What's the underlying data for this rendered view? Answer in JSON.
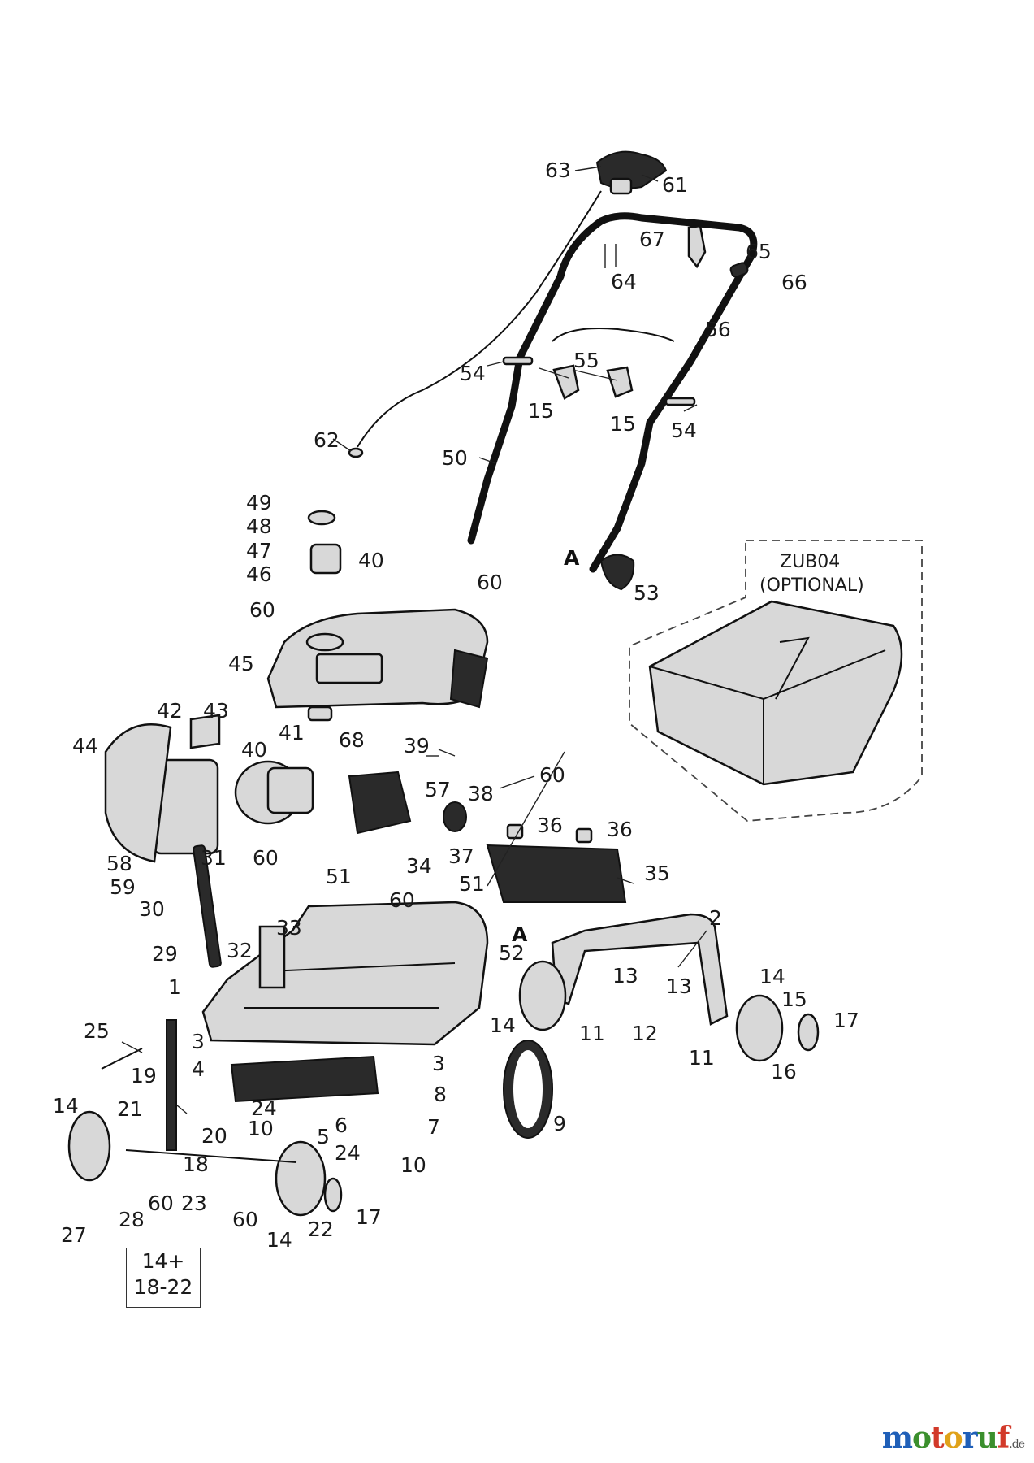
{
  "optional_accessory": {
    "code": "ZUB04",
    "note": "(OPTIONAL)"
  },
  "connector_letter": "A",
  "range_note": {
    "line1": "14+",
    "line2": "18-22"
  },
  "watermark": {
    "letters": [
      "m",
      "o",
      "t",
      "o",
      "r",
      "u",
      "f"
    ],
    "colors": [
      "#1f5fb8",
      "#3b8f2d",
      "#d23a2a",
      "#e0a21a",
      "#1f5fb8",
      "#3b8f2d",
      "#d23a2a"
    ],
    "suffix": ".de"
  },
  "labels": [
    {
      "id": "63",
      "text": "63"
    },
    {
      "id": "61",
      "text": "61"
    },
    {
      "id": "67",
      "text": "67"
    },
    {
      "id": "65",
      "text": "65"
    },
    {
      "id": "64",
      "text": "64"
    },
    {
      "id": "66",
      "text": "66"
    },
    {
      "id": "56",
      "text": "56"
    },
    {
      "id": "55",
      "text": "55"
    },
    {
      "id": "54a",
      "text": "54"
    },
    {
      "id": "15a",
      "text": "15"
    },
    {
      "id": "15b",
      "text": "15"
    },
    {
      "id": "54b",
      "text": "54"
    },
    {
      "id": "62",
      "text": "62"
    },
    {
      "id": "50",
      "text": "50"
    },
    {
      "id": "49",
      "text": "49"
    },
    {
      "id": "48",
      "text": "48"
    },
    {
      "id": "47",
      "text": "47"
    },
    {
      "id": "46",
      "text": "46"
    },
    {
      "id": "40top",
      "text": "40"
    },
    {
      "id": "60a",
      "text": "60"
    },
    {
      "id": "60b",
      "text": "60"
    },
    {
      "id": "53",
      "text": "53"
    },
    {
      "id": "45",
      "text": "45"
    },
    {
      "id": "42",
      "text": "42"
    },
    {
      "id": "43",
      "text": "43"
    },
    {
      "id": "44",
      "text": "44"
    },
    {
      "id": "40",
      "text": "40"
    },
    {
      "id": "41",
      "text": "41"
    },
    {
      "id": "68",
      "text": "68"
    },
    {
      "id": "39",
      "text": "39"
    },
    {
      "id": "57",
      "text": "57"
    },
    {
      "id": "38",
      "text": "38"
    },
    {
      "id": "60c",
      "text": "60"
    },
    {
      "id": "36a",
      "text": "36"
    },
    {
      "id": "36b",
      "text": "36"
    },
    {
      "id": "37",
      "text": "37"
    },
    {
      "id": "35",
      "text": "35"
    },
    {
      "id": "58",
      "text": "58"
    },
    {
      "id": "31",
      "text": "31"
    },
    {
      "id": "60d",
      "text": "60"
    },
    {
      "id": "34",
      "text": "34"
    },
    {
      "id": "51a",
      "text": "51"
    },
    {
      "id": "51b",
      "text": "51"
    },
    {
      "id": "59",
      "text": "59"
    },
    {
      "id": "30",
      "text": "30"
    },
    {
      "id": "60e",
      "text": "60"
    },
    {
      "id": "33",
      "text": "33"
    },
    {
      "id": "52",
      "text": "52"
    },
    {
      "id": "2",
      "text": "2"
    },
    {
      "id": "29",
      "text": "29"
    },
    {
      "id": "32",
      "text": "32"
    },
    {
      "id": "1",
      "text": "1"
    },
    {
      "id": "13a",
      "text": "13"
    },
    {
      "id": "13b",
      "text": "13"
    },
    {
      "id": "14a",
      "text": "14"
    },
    {
      "id": "15c",
      "text": "15"
    },
    {
      "id": "25",
      "text": "25"
    },
    {
      "id": "14b",
      "text": "14"
    },
    {
      "id": "11a",
      "text": "11"
    },
    {
      "id": "12",
      "text": "12"
    },
    {
      "id": "17a",
      "text": "17"
    },
    {
      "id": "3a",
      "text": "3"
    },
    {
      "id": "3b",
      "text": "3"
    },
    {
      "id": "11b",
      "text": "11"
    },
    {
      "id": "16",
      "text": "16"
    },
    {
      "id": "4",
      "text": "4"
    },
    {
      "id": "19",
      "text": "19"
    },
    {
      "id": "8",
      "text": "8"
    },
    {
      "id": "14c",
      "text": "14"
    },
    {
      "id": "21",
      "text": "21"
    },
    {
      "id": "24a",
      "text": "24"
    },
    {
      "id": "6",
      "text": "6"
    },
    {
      "id": "7",
      "text": "7"
    },
    {
      "id": "9",
      "text": "9"
    },
    {
      "id": "10a",
      "text": "10"
    },
    {
      "id": "20",
      "text": "20"
    },
    {
      "id": "5",
      "text": "5"
    },
    {
      "id": "24b",
      "text": "24"
    },
    {
      "id": "18",
      "text": "18"
    },
    {
      "id": "10b",
      "text": "10"
    },
    {
      "id": "60f",
      "text": "60"
    },
    {
      "id": "23",
      "text": "23"
    },
    {
      "id": "28",
      "text": "28"
    },
    {
      "id": "60g",
      "text": "60"
    },
    {
      "id": "17b",
      "text": "17"
    },
    {
      "id": "27",
      "text": "27"
    },
    {
      "id": "22",
      "text": "22"
    },
    {
      "id": "14d",
      "text": "14"
    }
  ]
}
